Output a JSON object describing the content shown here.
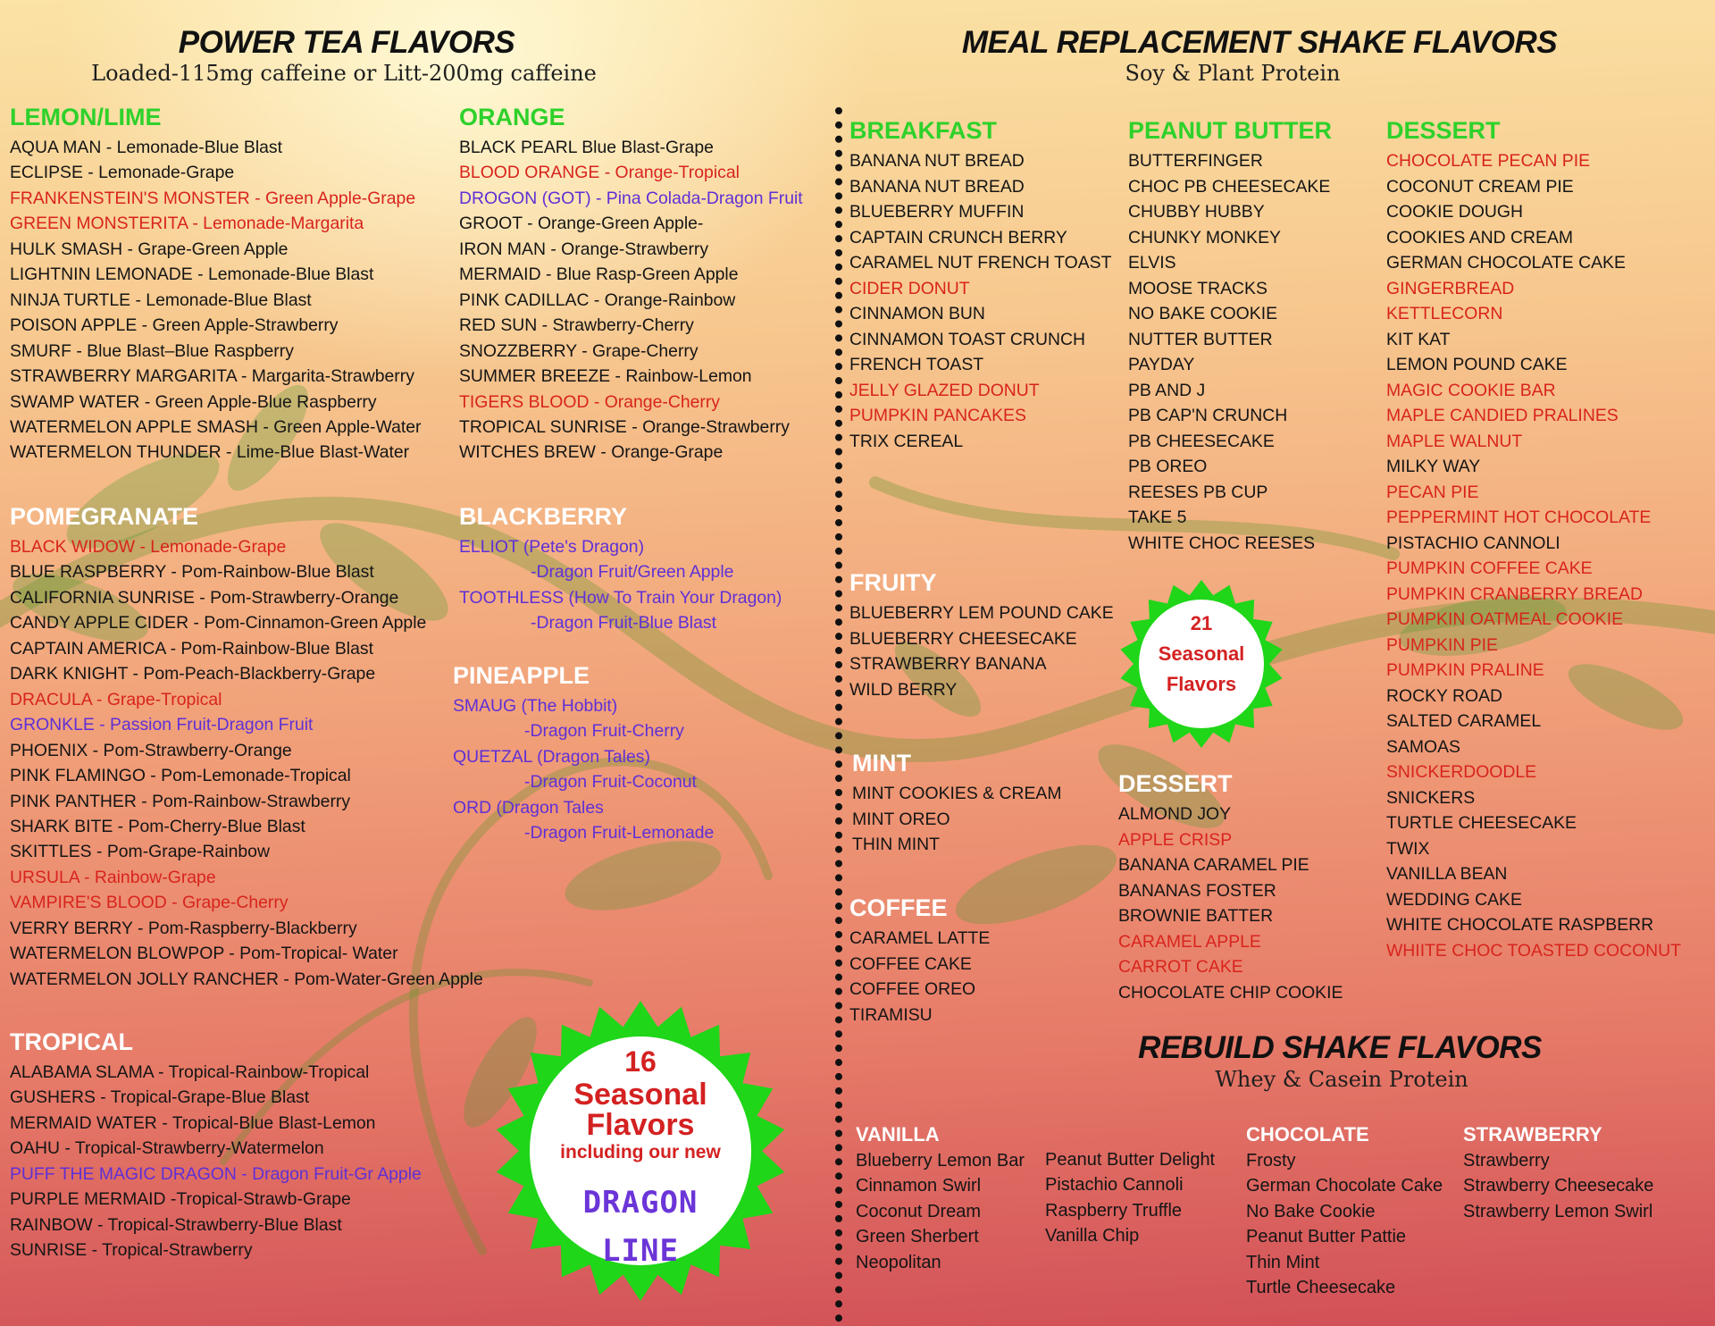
{
  "power_tea": {
    "title": "POWER TEA FLAVORS",
    "subtitle": "Loaded-115mg caffeine or Litt-200mg caffeine",
    "lemon_lime": {
      "heading": "LEMON/LIME",
      "items": [
        "AQUA MAN - Lemonade-Blue Blast",
        "ECLIPSE - Lemonade-Grape",
        "FRANKENSTEIN'S MONSTER - Green Apple-Grape",
        "GREEN MONSTERITA - Lemonade-Margarita",
        "HULK SMASH - Grape-Green Apple",
        "LIGHTNIN LEMONADE - Lemonade-Blue Blast",
        "NINJA TURTLE - Lemonade-Blue Blast",
        "POISON APPLE - Green Apple-Strawberry",
        "SMURF - Blue Blast–Blue Raspberry",
        "STRAWBERRY MARGARITA - Margarita-Strawberry",
        "SWAMP WATER - Green Apple-Blue Raspberry",
        "WATERMELON APPLE SMASH - Green Apple-Water",
        "WATERMELON THUNDER - Lime-Blue Blast-Water"
      ]
    },
    "orange": {
      "heading": "ORANGE",
      "items": [
        "BLACK PEARL Blue Blast-Grape",
        "BLOOD ORANGE - Orange-Tropical",
        "DROGON (GOT) - Pina Colada-Dragon Fruit",
        "GROOT - Orange-Green Apple-",
        "IRON MAN - Orange-Strawberry",
        "MERMAID - Blue Rasp-Green Apple",
        "PINK CADILLAC - Orange-Rainbow",
        "RED SUN - Strawberry-Cherry",
        "SNOZZBERRY - Grape-Cherry",
        "SUMMER BREEZE - Rainbow-Lemon",
        "TIGERS BLOOD -  Orange-Cherry",
        "TROPICAL SUNRISE - Orange-Strawberry",
        "WITCHES BREW - Orange-Grape"
      ]
    },
    "pomegranate": {
      "heading": "POMEGRANATE",
      "items": [
        "BLACK WIDOW - Lemonade-Grape",
        "BLUE RASPBERRY - Pom-Rainbow-Blue Blast",
        "CALIFORNIA SUNRISE - Pom-Strawberry-Orange",
        "CANDY APPLE CIDER - Pom-Cinnamon-Green Apple",
        "CAPTAIN AMERICA - Pom-Rainbow-Blue Blast",
        "DARK KNIGHT - Pom-Peach-Blackberry-Grape",
        "DRACULA - Grape-Tropical",
        "GRONKLE - Passion Fruit-Dragon Fruit",
        "PHOENIX - Pom-Strawberry-Orange",
        "PINK FLAMINGO - Pom-Lemonade-Tropical",
        "PINK PANTHER - Pom-Rainbow-Strawberry",
        "SHARK BITE - Pom-Cherry-Blue Blast",
        "SKITTLES - Pom-Grape-Rainbow",
        "URSULA - Rainbow-Grape",
        "VAMPIRE'S BLOOD - Grape-Cherry",
        "VERRY BERRY - Pom-Raspberry-Blackberry",
        "WATERMELON BLOWPOP - Pom-Tropical- Water",
        "WATERMELON JOLLY RANCHER - Pom-Water-Green Apple"
      ]
    },
    "blackberry": {
      "heading": "BLACKBERRY",
      "items": [
        "ELLIOT (Pete's Dragon)",
        "-Dragon Fruit/Green Apple",
        "TOOTHLESS (How To Train Your Dragon)",
        "-Dragon Fruit-Blue Blast"
      ]
    },
    "pineapple": {
      "heading": "PINEAPPLE",
      "items": [
        "SMAUG (The Hobbit)",
        "-Dragon Fruit-Cherry",
        "QUETZAL (Dragon Tales)",
        "-Dragon Fruit-Coconut",
        "ORD (Dragon Tales",
        "-Dragon Fruit-Lemonade"
      ]
    },
    "tropical": {
      "heading": "TROPICAL",
      "items": [
        "ALABAMA SLAMA - Tropical-Rainbow-Tropical",
        "GUSHERS - Tropical-Grape-Blue Blast",
        "MERMAID WATER - Tropical-Blue Blast-Lemon",
        "OAHU - Tropical-Strawberry-Watermelon",
        "PUFF THE MAGIC DRAGON - Dragon Fruit-Gr Apple",
        "PURPLE MERMAID -Tropical-Strawb-Grape",
        "RAINBOW - Tropical-Strawberry-Blue Blast",
        "SUNRISE - Tropical-Strawberry"
      ]
    },
    "badge": {
      "count": "16",
      "line1": "Seasonal",
      "line2": "Flavors",
      "line3": "including our new",
      "line4": "DRAGON",
      "line5": "LINE"
    }
  },
  "meal_shake": {
    "title": "MEAL REPLACEMENT SHAKE FLAVORS",
    "subtitle": "Soy & Plant Protein",
    "breakfast": {
      "heading": "BREAKFAST",
      "items": [
        "BANANA NUT BREAD",
        "BANANA NUT BREAD",
        "BLUEBERRY MUFFIN",
        "CAPTAIN CRUNCH BERRY",
        "CARAMEL NUT FRENCH TOAST",
        "CIDER DONUT",
        "CINNAMON BUN",
        "CINNAMON TOAST CRUNCH",
        "FRENCH TOAST",
        "JELLY GLAZED DONUT",
        "PUMPKIN PANCAKES",
        "TRIX CEREAL"
      ]
    },
    "peanut_butter": {
      "heading": "PEANUT BUTTER",
      "items": [
        "BUTTERFINGER",
        "CHOC PB CHEESECAKE",
        "CHUBBY HUBBY",
        "CHUNKY MONKEY",
        "ELVIS",
        "MOOSE TRACKS",
        "NO BAKE COOKIE",
        "NUTTER BUTTER",
        "PAYDAY",
        "PB AND J",
        "PB CAP'N CRUNCH",
        "PB CHEESECAKE",
        "PB OREO",
        "REESES PB CUP",
        "TAKE 5",
        "WHITE CHOC REESES"
      ]
    },
    "dessert_main": {
      "heading": "DESSERT",
      "items": [
        "CHOCOLATE PECAN PIE",
        "COCONUT CREAM PIE",
        "COOKIE DOUGH",
        "COOKIES AND CREAM",
        "GERMAN CHOCOLATE CAKE",
        "GINGERBREAD",
        "KETTLECORN",
        "KIT KAT",
        "LEMON POUND CAKE",
        "MAGIC COOKIE BAR",
        "MAPLE CANDIED PRALINES",
        "MAPLE WALNUT",
        "MILKY WAY",
        "PECAN PIE",
        "PEPPERMINT HOT CHOCOLATE",
        "PISTACHIO CANNOLI",
        "PUMPKIN COFFEE CAKE",
        "PUMPKIN CRANBERRY BREAD",
        "PUMPKIN OATMEAL COOKIE",
        "PUMPKIN PIE",
        "PUMPKIN PRALINE",
        "ROCKY ROAD",
        "SALTED CARAMEL",
        "SAMOAS",
        "SNICKERDOODLE",
        "SNICKERS",
        "TURTLE CHEESECAKE",
        "TWIX",
        "VANILLA BEAN",
        "WEDDING CAKE",
        "WHITE CHOCOLATE RASPBERR",
        "WHIITE CHOC TOASTED COCONUT"
      ]
    },
    "fruity": {
      "heading": "FRUITY",
      "items": [
        "BLUEBERRY LEM POUND CAKE",
        "BLUEBERRY CHEESECAKE",
        "STRAWBERRY BANANA",
        "WILD BERRY"
      ]
    },
    "mint": {
      "heading": "MINT",
      "items": [
        "MINT COOKIES & CREAM",
        "MINT OREO",
        "THIN MINT"
      ]
    },
    "coffee": {
      "heading": "COFFEE",
      "items": [
        "CARAMEL LATTE",
        "COFFEE CAKE",
        "COFFEE OREO",
        "TIRAMISU"
      ]
    },
    "dessert_second": {
      "heading": "DESSERT",
      "items": [
        "ALMOND JOY",
        "APPLE CRISP",
        "BANANA CARAMEL PIE",
        "BANANAS FOSTER",
        "BROWNIE BATTER",
        "CARAMEL APPLE",
        "CARROT CAKE",
        "CHOCOLATE CHIP COOKIE"
      ]
    },
    "badge": {
      "count": "21",
      "line1": "Seasonal",
      "line2": "Flavors"
    }
  },
  "rebuild": {
    "title": "REBUILD SHAKE FLAVORS",
    "subtitle": "Whey & Casein Protein",
    "vanilla": {
      "heading": "VANILLA",
      "items_col1": [
        "Blueberry Lemon Bar",
        "Cinnamon Swirl",
        "Coconut Dream",
        "Green Sherbert",
        "Neopolitan"
      ],
      "items_col2": [
        "Peanut Butter Delight",
        "Pistachio Cannoli",
        "Raspberry Truffle",
        "Vanilla Chip"
      ]
    },
    "chocolate": {
      "heading": "CHOCOLATE",
      "items": [
        "Frosty",
        "German Chocolate Cake",
        "No Bake Cookie",
        "Peanut Butter Pattie",
        "Thin Mint",
        "Turtle Cheesecake"
      ]
    },
    "strawberry": {
      "heading": "STRAWBERRY",
      "items": [
        "Strawberry",
        "Strawberry Cheesecake",
        "Strawberry Lemon Swirl"
      ]
    }
  },
  "colors": {
    "heading_green": "#2ed12b",
    "heading_white": "#ffffff",
    "text": "#151515",
    "seasonal_red": "#d8241d",
    "dragon_line_purple": "#5f30d6",
    "badge_green": "#1fd619",
    "badge_red": "#d42121"
  }
}
